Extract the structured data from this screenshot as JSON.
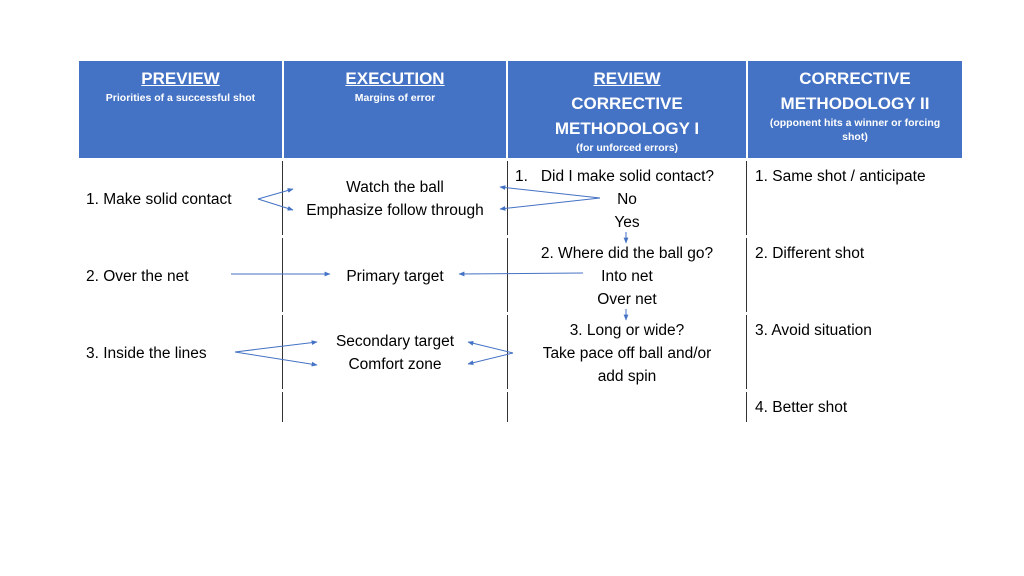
{
  "headers": [
    {
      "title": "PREVIEW",
      "subtitle": "Priorities of a successful shot"
    },
    {
      "title": "EXECUTION",
      "subtitle": "Margins of error"
    },
    {
      "title": "REVIEW",
      "title2": "CORRECTIVE",
      "title3": "METHODOLOGY I",
      "subtitle": "(for unforced errors)"
    },
    {
      "title": "CORRECTIVE",
      "title2": "METHODOLOGY II",
      "subtitle": "(opponent hits a winner or forcing",
      "subtitle2": "shot)"
    }
  ],
  "preview": [
    "1. Make solid contact",
    "2. Over the net",
    "3. Inside the lines"
  ],
  "execution": {
    "row1": [
      "Watch the ball",
      "Emphasize follow through"
    ],
    "row2": [
      "Primary target"
    ],
    "row3": [
      "Secondary target",
      "Comfort zone"
    ]
  },
  "review": {
    "row1": [
      "1.   Did I make solid contact?",
      "No",
      "Yes"
    ],
    "row2": [
      "2. Where did the ball go?",
      "Into net",
      "Over net"
    ],
    "row3": [
      "3. Long or wide?",
      "Take pace off ball and/or",
      "add spin"
    ]
  },
  "corrective2": [
    "1. Same shot / anticipate",
    "2. Different shot",
    "3. Avoid situation",
    "4. Better shot"
  ],
  "colors": {
    "header_bg": "#4472c4",
    "arrow": "#4472c4",
    "line": "#333333"
  }
}
